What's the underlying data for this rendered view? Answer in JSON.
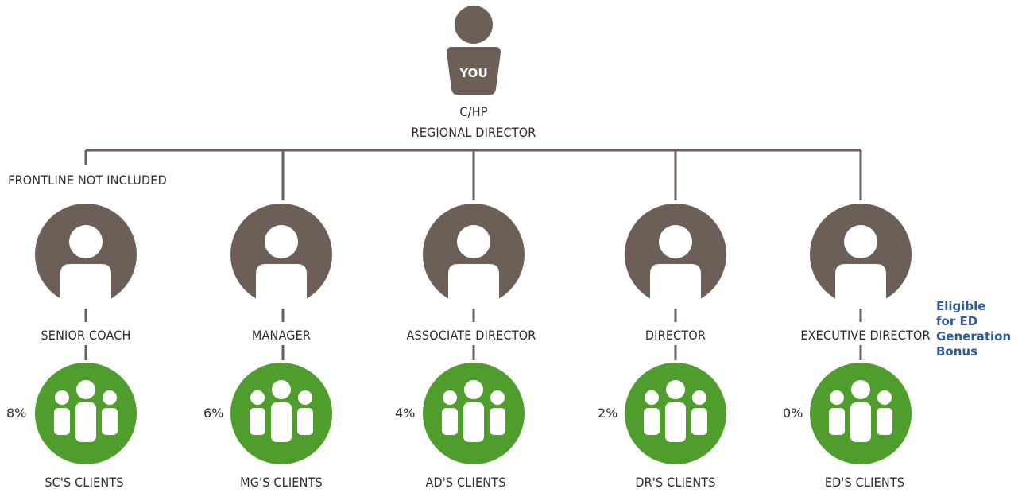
{
  "top": {
    "badge": "YOU",
    "line1": "C/HP",
    "line2": "REGIONAL DIRECTOR"
  },
  "frontline_note": "FRONTLINE NOT INCLUDED",
  "ranks": [
    {
      "title": "SENIOR COACH",
      "percent": "8%",
      "clients": "SC'S CLIENTS"
    },
    {
      "title": "MANAGER",
      "percent": "6%",
      "clients": "MG'S CLIENTS"
    },
    {
      "title": "ASSOCIATE DIRECTOR",
      "percent": "4%",
      "clients": "AD'S CLIENTS"
    },
    {
      "title": "DIRECTOR",
      "percent": "2%",
      "clients": "DR'S CLIENTS"
    },
    {
      "title": "EXECUTIVE DIRECTOR",
      "percent": "0%",
      "clients": "ED'S CLIENTS"
    }
  ],
  "bonus_note": [
    "Eligible",
    "for ED",
    "Generation",
    "Bonus"
  ],
  "colors": {
    "person": "#6b5f57",
    "clients": "#4f9e2d",
    "line": "#6b5f57",
    "note": "#2d5b9a"
  }
}
